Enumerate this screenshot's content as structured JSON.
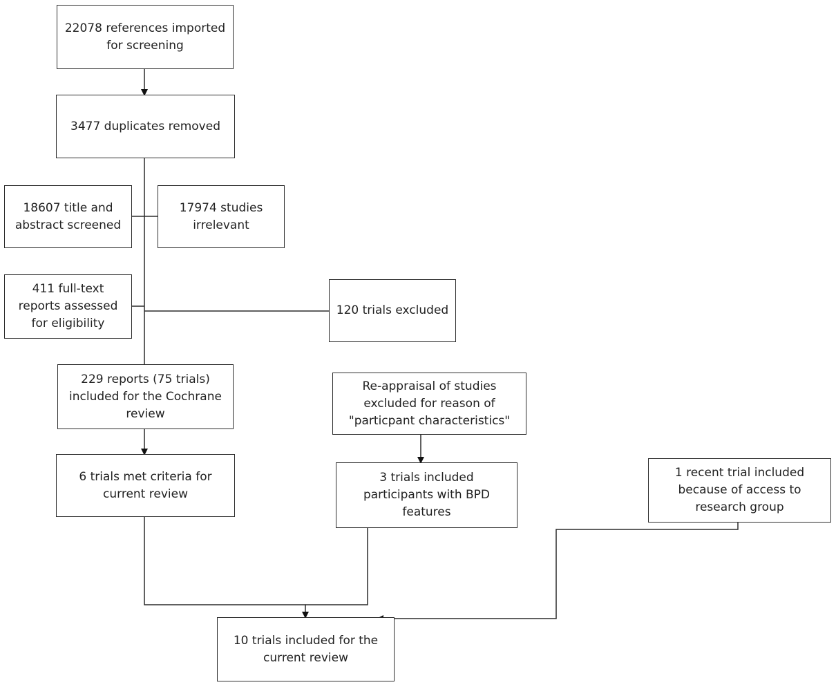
{
  "boxes": {
    "imported": "22078 references imported\nfor screening",
    "duplicates": "3477 duplicates removed",
    "screened": "18607 title and\nabstract screened",
    "irrelevant": "17974 studies\nirrelevant",
    "fulltext": "411 full-text\nreports assessed\nfor eligibility",
    "excluded": "120 trials excluded",
    "cochrane": "229 reports (75 trials)\nincluded for the Cochrane\nreview",
    "reappraisal": "Re-appraisal of studies\nexcluded for reason of\n\"particpant characteristics\"",
    "met_criteria": "6 trials met criteria for\ncurrent review",
    "bpd": "3 trials included\nparticipants with BPD\nfeatures",
    "recent": "1 recent trial included\nbecause of access to\nresearch group",
    "final": "10 trials included for the\ncurrent review"
  }
}
